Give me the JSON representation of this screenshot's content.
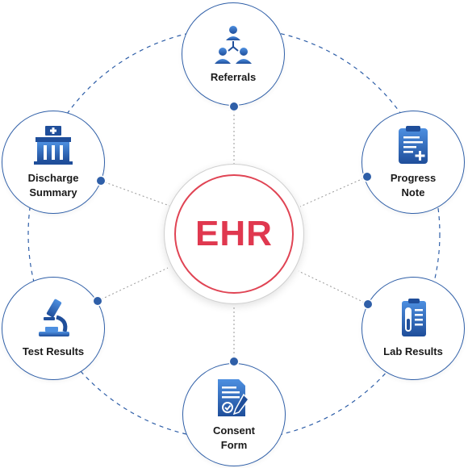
{
  "center": {
    "title": "EHR"
  },
  "nodes": [
    {
      "id": "referrals",
      "label": "Referrals",
      "icon": "people-network-icon"
    },
    {
      "id": "progress-note",
      "label": "Progress\nNote",
      "icon": "clipboard-plus-icon"
    },
    {
      "id": "lab-results",
      "label": "Lab Results",
      "icon": "test-tube-clipboard-icon"
    },
    {
      "id": "consent-form",
      "label": "Consent\nForm",
      "icon": "document-pen-icon"
    },
    {
      "id": "test-results",
      "label": "Test Results",
      "icon": "microscope-icon"
    },
    {
      "id": "discharge-summary",
      "label": "Discharge\nSummary",
      "icon": "hospital-building-icon"
    }
  ],
  "colors": {
    "accent_red": "#e0384f",
    "node_border": "#2f5fa8",
    "icon_dark": "#1f4e9a",
    "icon_light": "#4d8fe0"
  }
}
